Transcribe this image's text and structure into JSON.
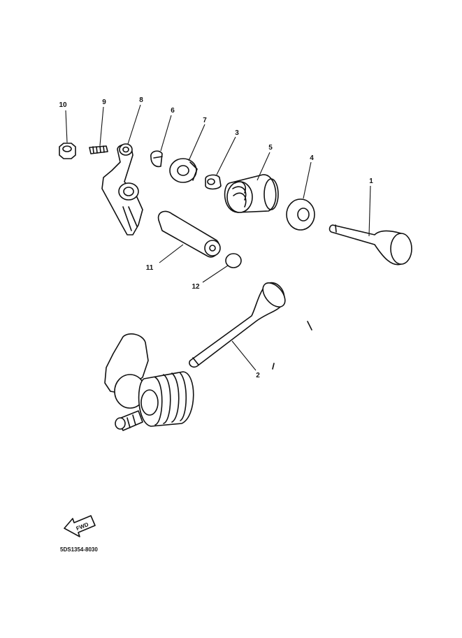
{
  "diagram": {
    "callouts": {
      "c1": "1",
      "c2": "2",
      "c3a": "3",
      "c3b": "3",
      "c4": "4",
      "c5": "5",
      "c6": "6",
      "c7": "7",
      "c8": "8",
      "c9": "9",
      "c10": "10",
      "c11": "11",
      "c12": "12"
    },
    "fwd_label": "FWD",
    "drawing_code": "5DS1354-8030",
    "colors": {
      "ink": "#111111",
      "paper": "#ffffff"
    },
    "icons": [
      "fwd-arrow-icon"
    ]
  }
}
